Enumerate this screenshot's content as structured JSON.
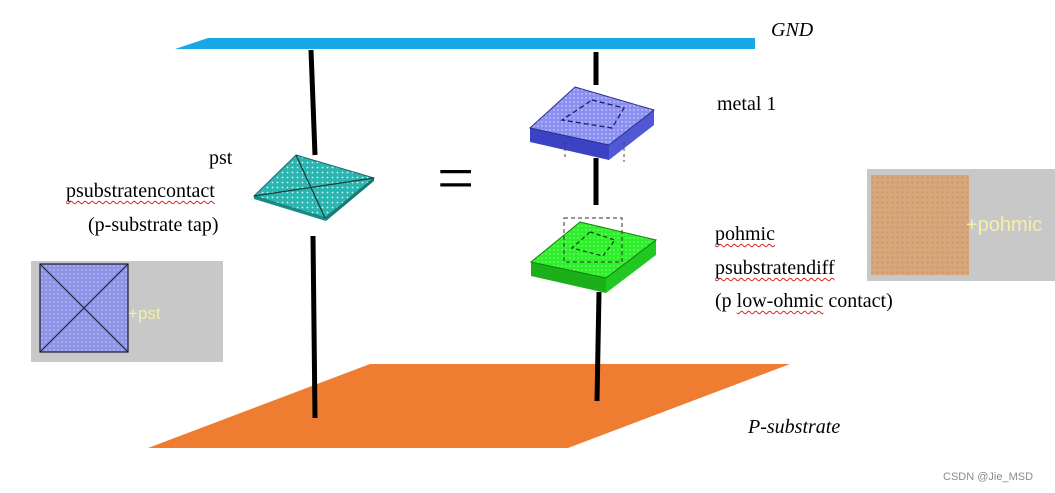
{
  "labels": {
    "gnd": "GND",
    "metal1": "metal 1",
    "pst": "pst",
    "psubstratencontact": "psubstratencontact",
    "psub_tap": "(p-substrate tap)",
    "equals": "=",
    "pohmic": "pohmic",
    "psubstratendiff": "psubstratendiff",
    "low_ohmic_open": "(p ",
    "low_ohmic_word": "low-ohmic",
    "low_ohmic_close": " contact)",
    "psubstrate": "P-substrate"
  },
  "legends": {
    "pst": "+pst",
    "pohmic": "+pohmic"
  },
  "watermark": "CSDN @Jie_MSD",
  "colors": {
    "gnd_rail": "#18a8e6",
    "substrate": "#ee7d31",
    "contact_teal": "#2ab5b0",
    "metal_blue": "#8a8ff0",
    "diff_green": "#2ef02a",
    "pohmic_fill": "#d7a77c",
    "legend_bg": "#c8c8c8",
    "legend_text": "#f3f0a8"
  }
}
